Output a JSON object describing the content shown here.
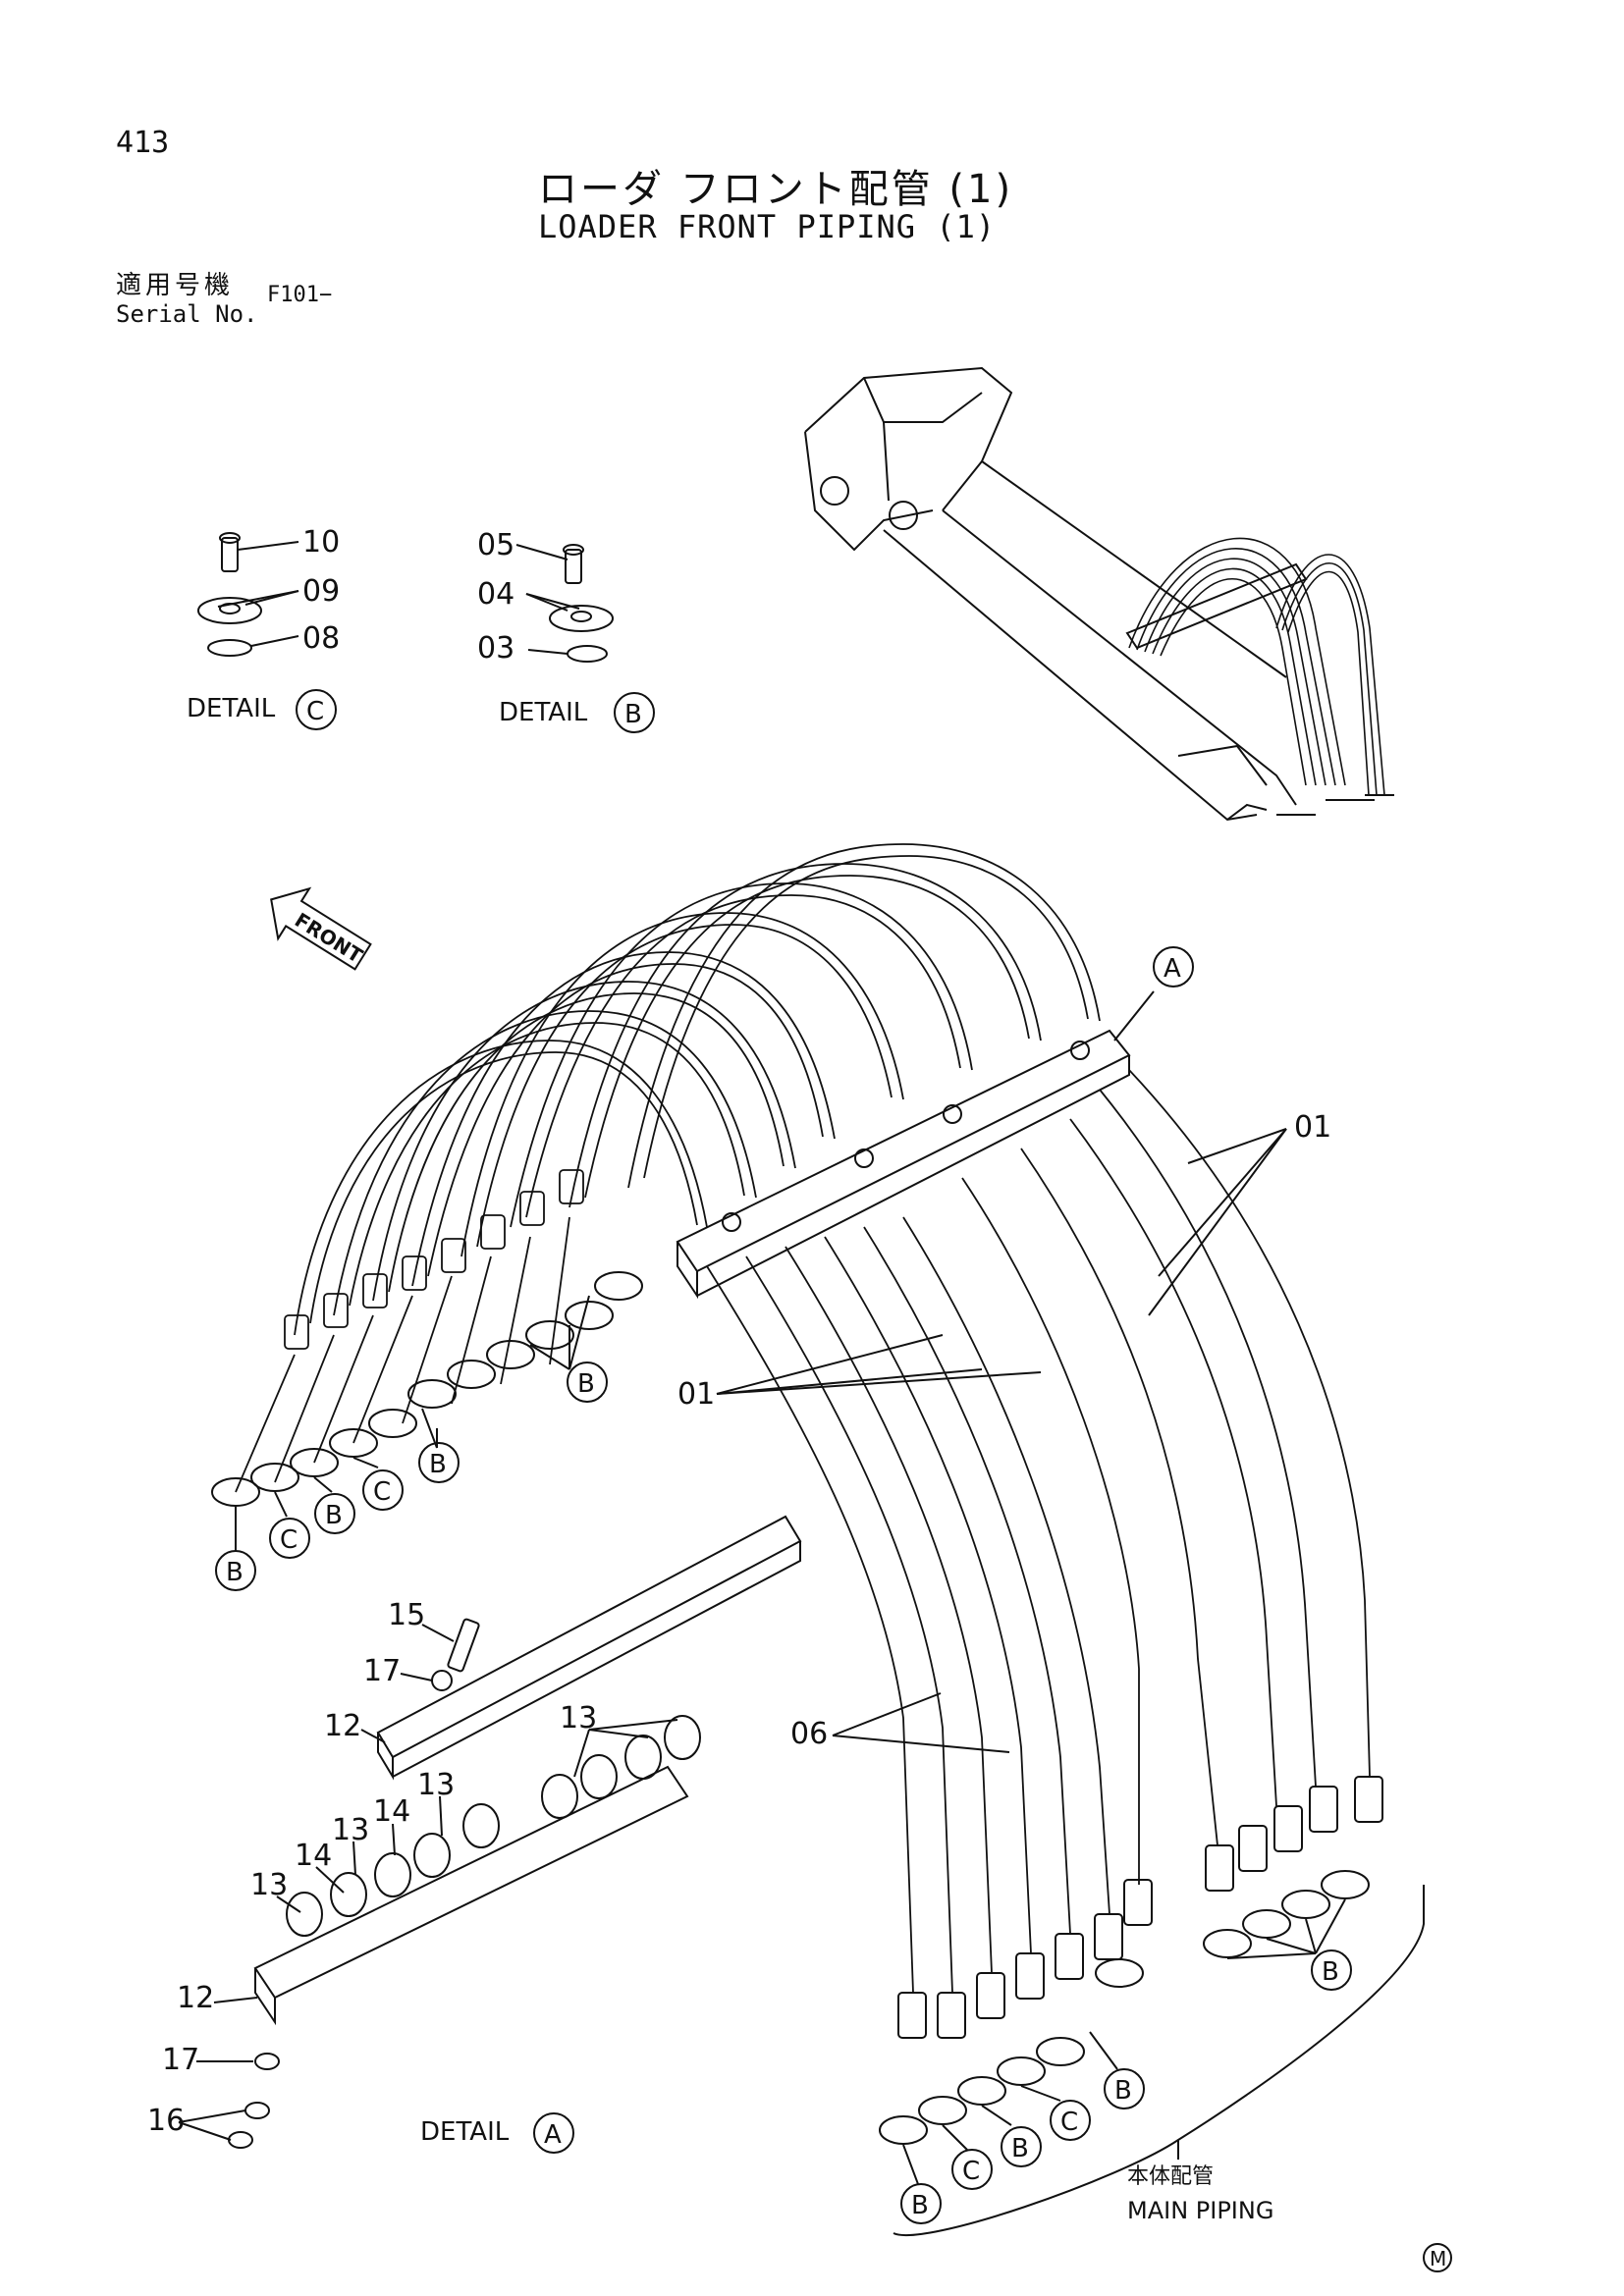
{
  "page_number": "413",
  "title_jp": "ローダ フロント配管 (1)",
  "title_en": "LOADER FRONT PIPING (1)",
  "serial_label_jp": "適用号機",
  "serial_label_en": "Serial No.",
  "serial_value": "F101−",
  "front_label": "FRONT",
  "details": {
    "c_label": "DETAIL",
    "c_letter": "C",
    "b_label": "DETAIL",
    "b_letter": "B",
    "a_label": "DETAIL",
    "a_letter": "A"
  },
  "callout_letters": {
    "A": "A",
    "B": "B",
    "C": "C"
  },
  "part_numbers": {
    "p01": "01",
    "p03": "03",
    "p04": "04",
    "p05": "05",
    "p06": "06",
    "p08": "08",
    "p09": "09",
    "p10": "10",
    "p12": "12",
    "p13": "13",
    "p14": "14",
    "p15": "15",
    "p16": "16",
    "p17": "17"
  },
  "main_piping_jp": "本体配管",
  "main_piping_en": "MAIN PIPING",
  "mark": "M"
}
